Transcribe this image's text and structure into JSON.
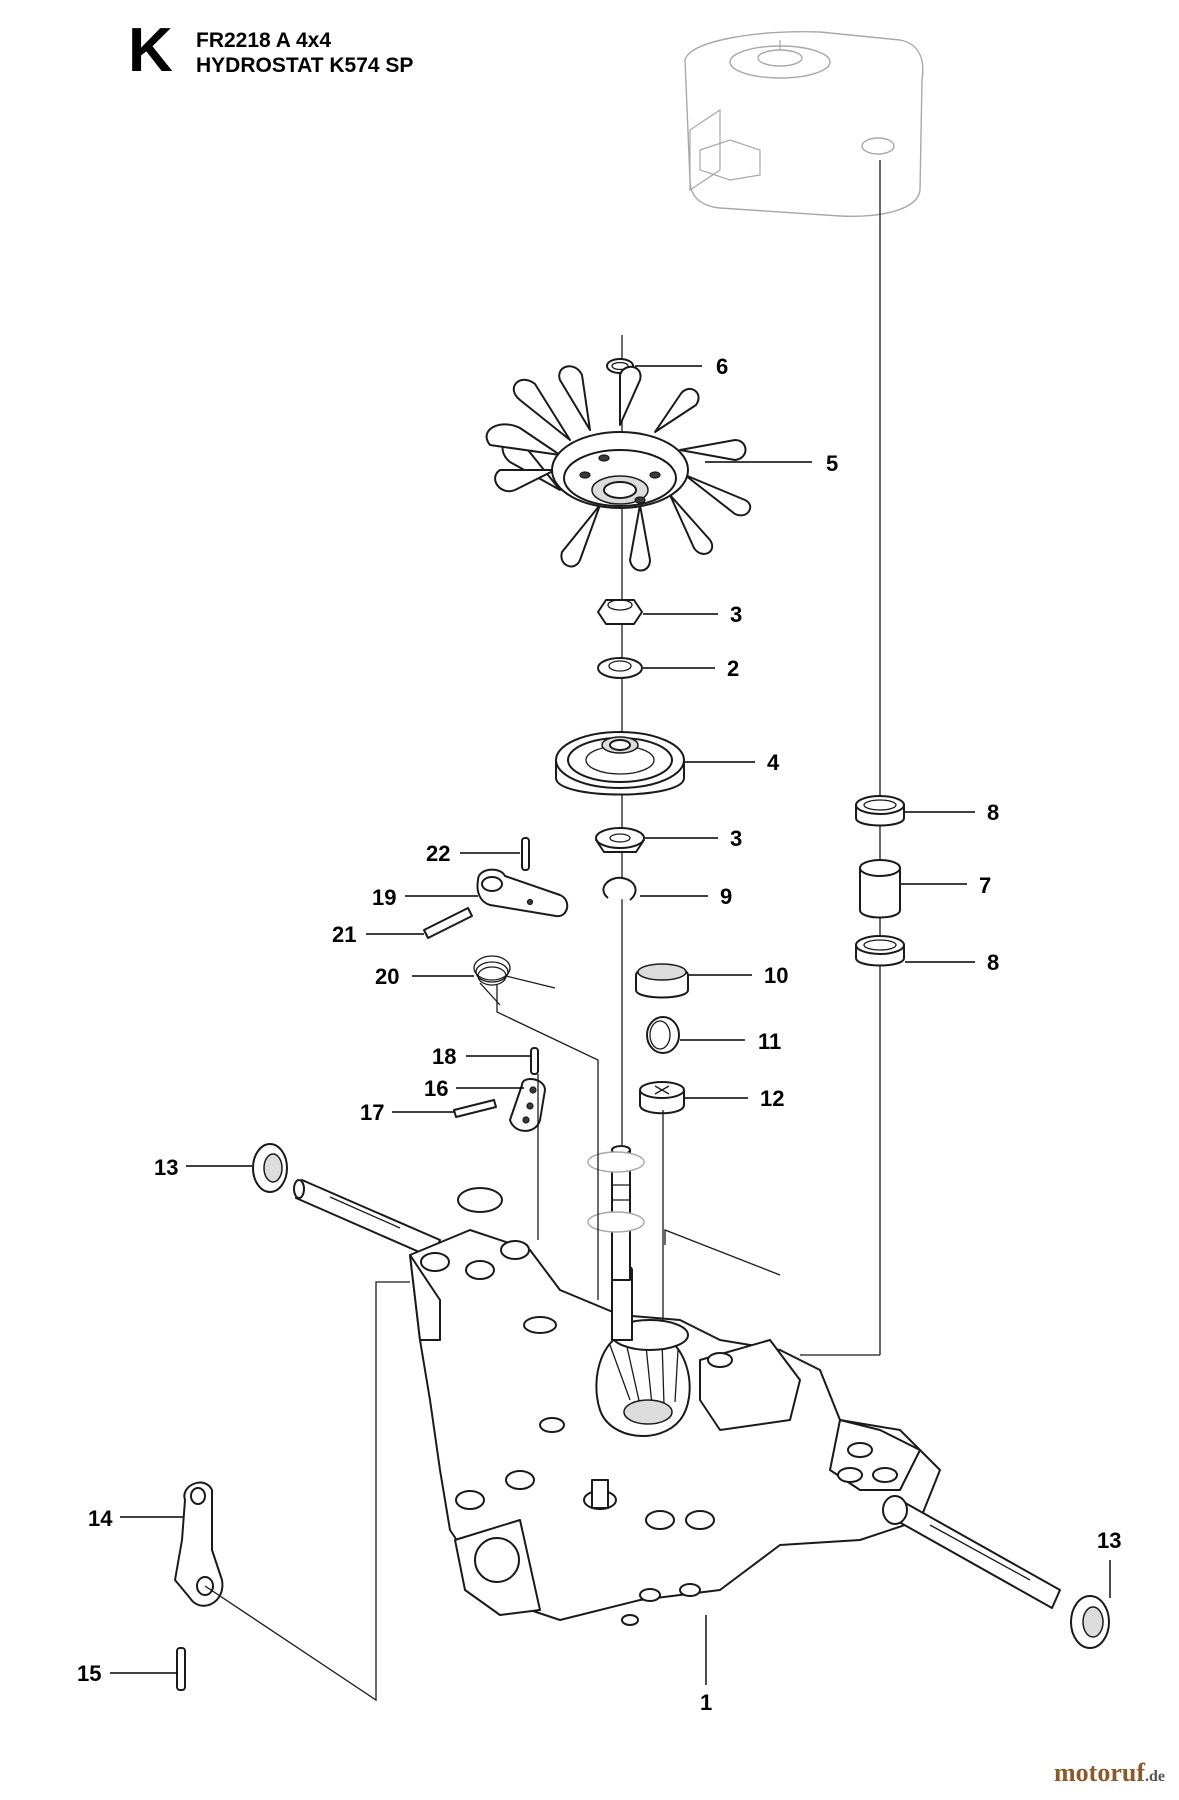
{
  "header": {
    "section_letter": "K",
    "model_line": "FR2218 A 4x4",
    "subtitle_line": "HYDROSTAT K574 SP"
  },
  "callouts": [
    {
      "id": "c6",
      "label": "6"
    },
    {
      "id": "c5",
      "label": "5"
    },
    {
      "id": "c3a",
      "label": "3"
    },
    {
      "id": "c2",
      "label": "2"
    },
    {
      "id": "c4",
      "label": "4"
    },
    {
      "id": "c3b",
      "label": "3"
    },
    {
      "id": "c9",
      "label": "9"
    },
    {
      "id": "c10",
      "label": "10"
    },
    {
      "id": "c11",
      "label": "11"
    },
    {
      "id": "c12",
      "label": "12"
    },
    {
      "id": "c8a",
      "label": "8"
    },
    {
      "id": "c7",
      "label": "7"
    },
    {
      "id": "c8b",
      "label": "8"
    },
    {
      "id": "c22",
      "label": "22"
    },
    {
      "id": "c19",
      "label": "19"
    },
    {
      "id": "c21",
      "label": "21"
    },
    {
      "id": "c20",
      "label": "20"
    },
    {
      "id": "c18",
      "label": "18"
    },
    {
      "id": "c16",
      "label": "16"
    },
    {
      "id": "c17",
      "label": "17"
    },
    {
      "id": "c13a",
      "label": "13"
    },
    {
      "id": "c13b",
      "label": "13"
    },
    {
      "id": "c14",
      "label": "14"
    },
    {
      "id": "c15",
      "label": "15"
    },
    {
      "id": "c1",
      "label": "1"
    }
  ],
  "watermark": {
    "brand": "motoruf",
    "suffix": ".de"
  }
}
